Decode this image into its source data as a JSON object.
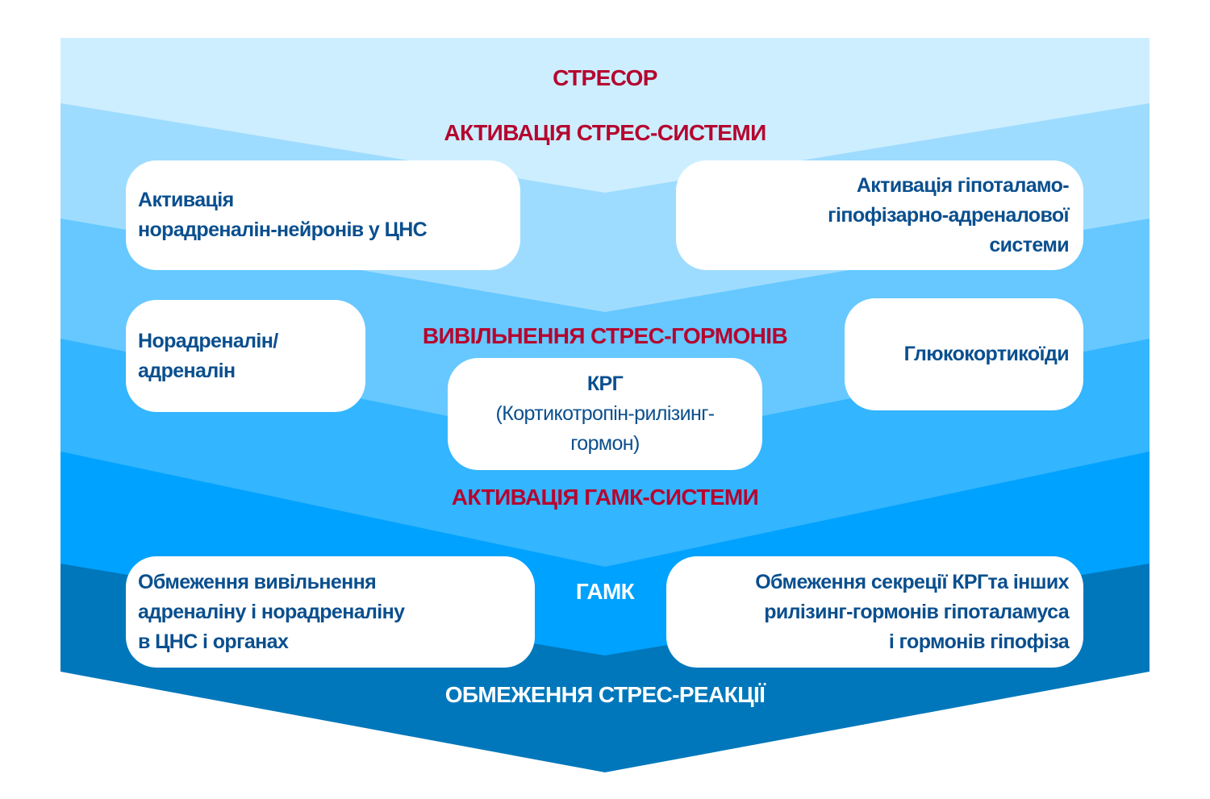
{
  "colors": {
    "band1": "#cdeeff",
    "band2": "#9edcff",
    "band3": "#66c8ff",
    "band4": "#33b5ff",
    "band5": "#00a2ff",
    "band6": "#0077bb",
    "heading_red": "#b5062f",
    "box_text": "#0a4f8e"
  },
  "headings": {
    "stressor": "СТРЕСОР",
    "stress_system_activation": "АКТИВАЦІЯ СТРЕС-СИСТЕМИ",
    "stress_hormones_release": "ВИВІЛЬНЕННЯ СТРЕС-ГОРМОНІВ",
    "gaba_system_activation": "АКТИВАЦІЯ ГАМК-СИСТЕМИ",
    "gaba": "ГАМК",
    "stress_reaction_limit": "ОБМЕЖЕННЯ СТРЕС-РЕАКЦІЇ"
  },
  "boxes": {
    "noradrenaline_neurons": [
      "Активація",
      "норадреналін-нейронів у ЦНС"
    ],
    "hpa_axis": [
      "Активація гіпоталамо-",
      "гіпофізарно-адреналової",
      "системи"
    ],
    "noradrenaline_adrenaline": [
      "Норадреналін/",
      "адреналін"
    ],
    "glucocorticoids": [
      "Глюкокортикоїди"
    ],
    "crh": {
      "title": "КРГ",
      "lines": [
        "(Кортикотропін-рилізинг-",
        "гормон)"
      ]
    },
    "limit_adrenaline": [
      "Обмеження вивільнення",
      "адреналіну і норадреналіну",
      "в ЦНС і органах"
    ],
    "limit_crh": [
      "Обмеження секреції КРГта інших",
      "рилізинг-гормонів гіпоталамуса",
      "і гормонів гіпофіза"
    ]
  }
}
